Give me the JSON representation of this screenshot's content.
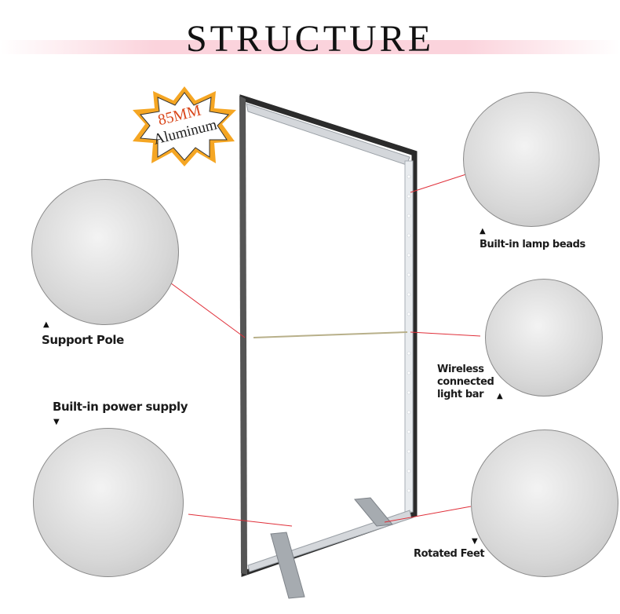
{
  "header": {
    "title": "STRUCTURE",
    "band_color": "#fbd3dc"
  },
  "badge": {
    "line1": "85MM",
    "line2": "Aluminum",
    "line1_color": "#d9461a",
    "burst_color": "#f5a623"
  },
  "callouts": [
    {
      "id": "support-pole",
      "label": "Support Pole",
      "arrow": "▲"
    },
    {
      "id": "built-in-power-supply",
      "label": "Built-in power supply",
      "arrow": "▼"
    },
    {
      "id": "built-in-lamp-beads",
      "label": "Built-in lamp beads",
      "arrow": "▲"
    },
    {
      "id": "wireless-connected-light-bar",
      "label_lines": [
        "Wireless",
        "connected",
        "light bar"
      ],
      "arrow": "▲"
    },
    {
      "id": "rotated-feet",
      "label": "Rotated Feet",
      "arrow": "▼"
    }
  ],
  "colors": {
    "leader_line": "#e0303a",
    "frame_dark": "#2b2b2b",
    "frame_silver": "#c9cdd2"
  }
}
